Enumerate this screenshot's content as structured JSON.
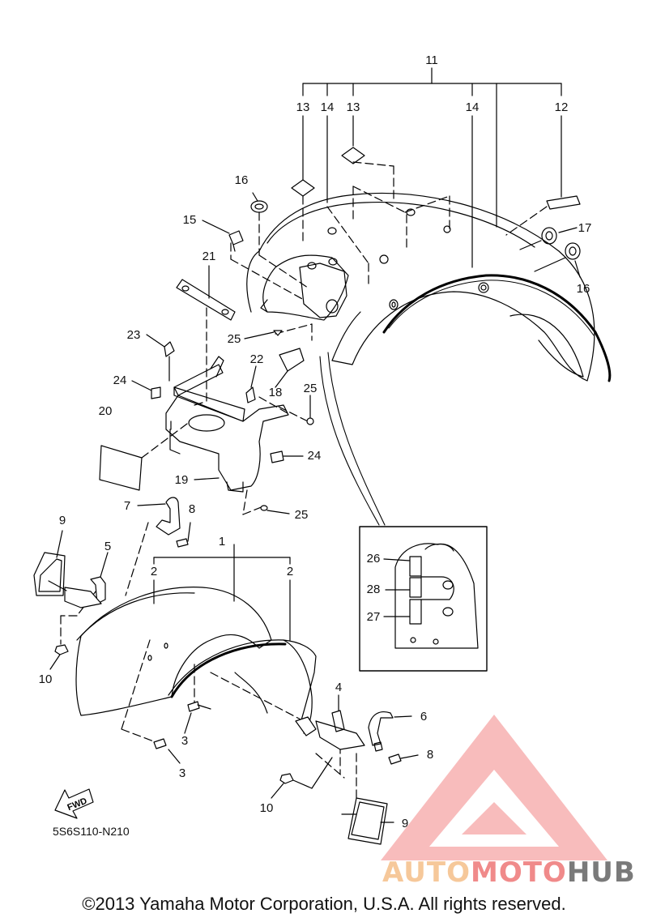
{
  "diagram": {
    "callouts": [
      {
        "id": "c11",
        "label": "11"
      },
      {
        "id": "c13a",
        "label": "13"
      },
      {
        "id": "c14a",
        "label": "14"
      },
      {
        "id": "c13b",
        "label": "13"
      },
      {
        "id": "c14b",
        "label": "14"
      },
      {
        "id": "c12",
        "label": "12"
      },
      {
        "id": "c16a",
        "label": "16"
      },
      {
        "id": "c15",
        "label": "15"
      },
      {
        "id": "c17",
        "label": "17"
      },
      {
        "id": "c16b",
        "label": "16"
      },
      {
        "id": "c21",
        "label": "21"
      },
      {
        "id": "c23",
        "label": "23"
      },
      {
        "id": "c25a",
        "label": "25"
      },
      {
        "id": "c22",
        "label": "22"
      },
      {
        "id": "c18",
        "label": "18"
      },
      {
        "id": "c25b",
        "label": "25"
      },
      {
        "id": "c24a",
        "label": "24"
      },
      {
        "id": "c20",
        "label": "20"
      },
      {
        "id": "c24b",
        "label": "24"
      },
      {
        "id": "c19",
        "label": "19"
      },
      {
        "id": "c7",
        "label": "7"
      },
      {
        "id": "c8a",
        "label": "8"
      },
      {
        "id": "c25c",
        "label": "25"
      },
      {
        "id": "c9a",
        "label": "9"
      },
      {
        "id": "c1",
        "label": "1"
      },
      {
        "id": "c5",
        "label": "5"
      },
      {
        "id": "c2a",
        "label": "2"
      },
      {
        "id": "c2b",
        "label": "2"
      },
      {
        "id": "c26",
        "label": "26"
      },
      {
        "id": "c28",
        "label": "28"
      },
      {
        "id": "c27",
        "label": "27"
      },
      {
        "id": "c10a",
        "label": "10"
      },
      {
        "id": "c4",
        "label": "4"
      },
      {
        "id": "c6",
        "label": "6"
      },
      {
        "id": "c3a",
        "label": "3"
      },
      {
        "id": "c3b",
        "label": "3"
      },
      {
        "id": "c8b",
        "label": "8"
      },
      {
        "id": "c10b",
        "label": "10"
      },
      {
        "id": "c9b",
        "label": "9"
      }
    ],
    "fwd_label": "FWD",
    "diagram_code": "5S6S110-N210"
  },
  "watermark": {
    "part1": "AUTO",
    "part2": "MOTO",
    "part3": "HUB",
    "color_light": "#f6c89a",
    "color_red": "#f08a8a",
    "color_dark": "#7a7a7a"
  },
  "footer": {
    "copyright": "©2013 Yamaha Motor Corporation, U.S.A. All rights reserved."
  }
}
